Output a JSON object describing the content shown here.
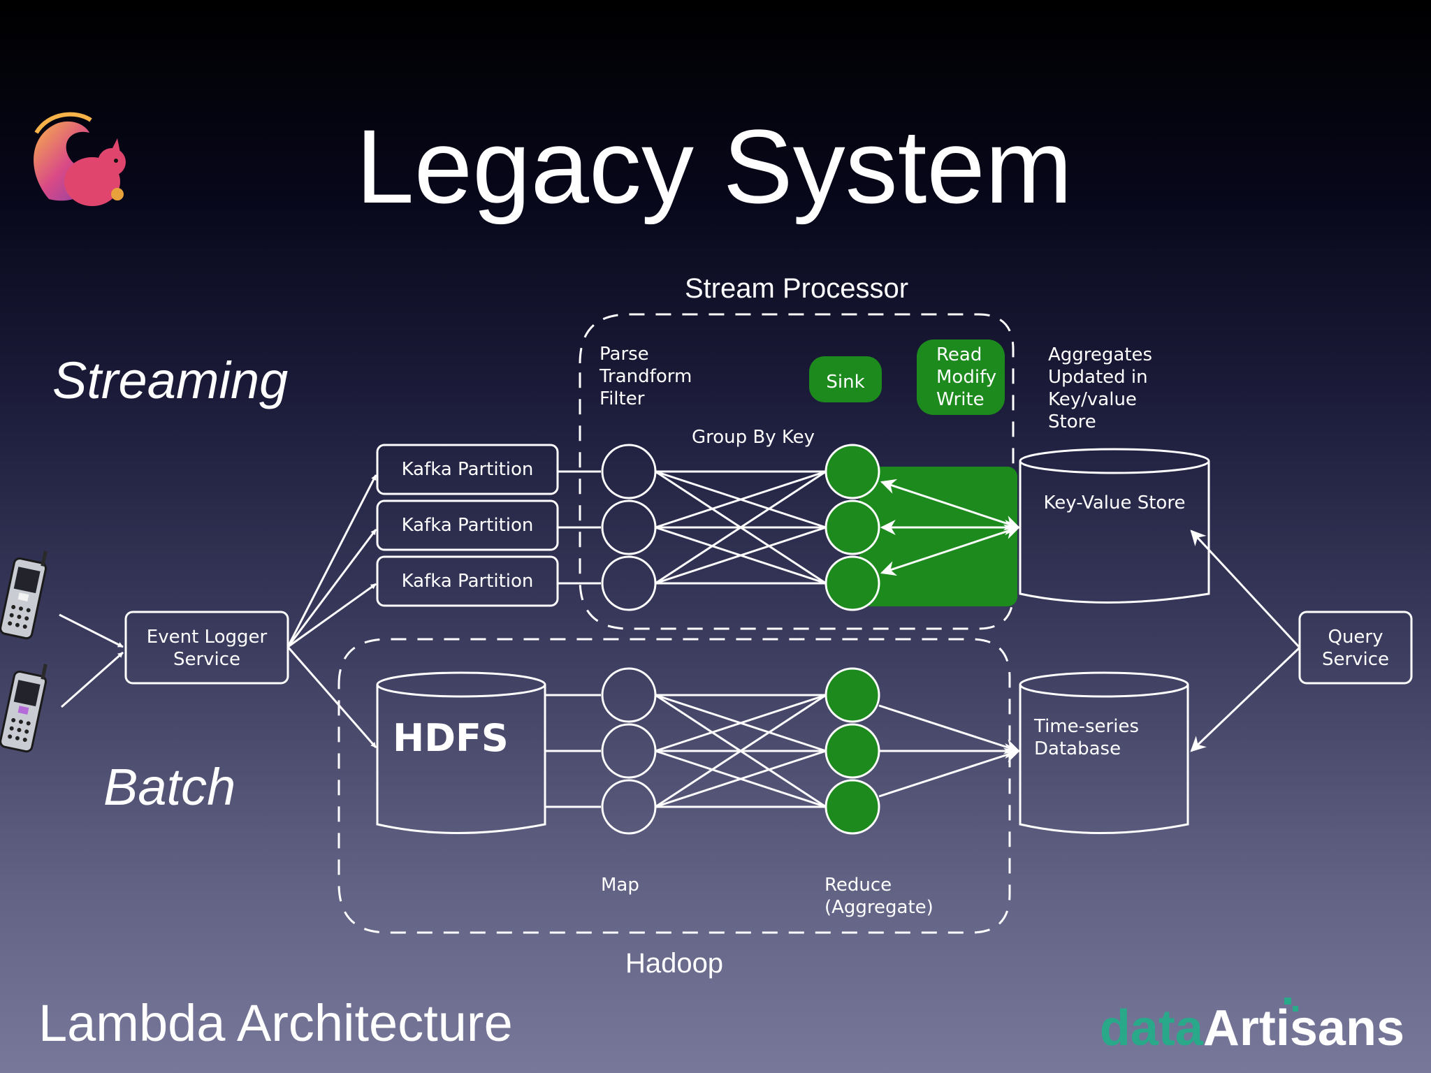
{
  "slide": {
    "title": "Legacy System",
    "footer": "Lambda Architecture",
    "brand": {
      "part1": "data",
      "part2": "Artisans",
      "part1_color": "#2aa88a",
      "part2_color": "#ffffff"
    },
    "logo_icon": "flink-squirrel-icon"
  },
  "sections": {
    "streaming": "Streaming",
    "batch": "Batch"
  },
  "groups": {
    "stream_processor": "Stream Processor",
    "hadoop": "Hadoop"
  },
  "sources": {
    "event_logger": [
      "Event Logger",
      "Service"
    ],
    "phone_icon": "mobile-phone-icon"
  },
  "kafka": {
    "partitions": [
      "Kafka Partition",
      "Kafka Partition",
      "Kafka Partition"
    ]
  },
  "stream": {
    "ops": [
      "Parse",
      "Trandform",
      "Filter"
    ],
    "sink": "Sink",
    "rmw": [
      "Read",
      "Modify",
      "Write"
    ],
    "group_by": "Group By Key",
    "note": [
      "Aggregates",
      "Updated in",
      "Key/value",
      "Store"
    ]
  },
  "batch": {
    "hdfs": "HDFS",
    "map": "Map",
    "reduce": [
      "Reduce",
      "(Aggregate)"
    ]
  },
  "stores": {
    "kv": "Key-Value Store",
    "ts": [
      "Time-series",
      "Database"
    ],
    "query": [
      "Query",
      "Service"
    ]
  },
  "colors": {
    "green": "#1d8a1d",
    "green_dark": "#0f6a0f"
  }
}
